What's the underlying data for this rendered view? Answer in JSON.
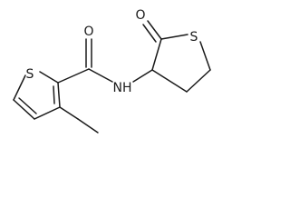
{
  "atoms": {
    "s_thiophene": "S",
    "o_amide": "O",
    "nh_amide": "NH",
    "o_lactone": "O",
    "s_lactone": "S"
  }
}
